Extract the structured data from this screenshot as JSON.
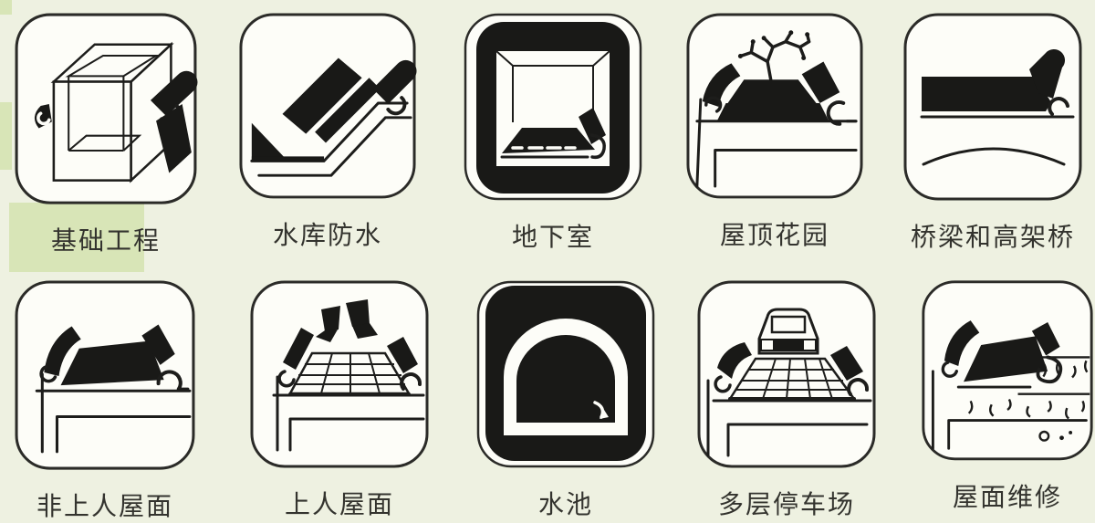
{
  "page": {
    "background_color": "#eef1e1",
    "accent_green": "#d8e5b7",
    "icon_line_color": "#1d1d1b",
    "icon_fill_color": "#191917",
    "label_color": "#33332e"
  },
  "cells": [
    {
      "label": "基础工程",
      "icon": "foundation-pit-icon"
    },
    {
      "label": "水库防水",
      "icon": "reservoir-slope-icon"
    },
    {
      "label": "地下室",
      "icon": "basement-icon"
    },
    {
      "label": "屋顶花园",
      "icon": "roof-garden-icon"
    },
    {
      "label": "桥梁和高架桥",
      "icon": "bridge-viaduct-icon"
    },
    {
      "label": "非上人屋面",
      "icon": "non-accessible-roof-icon"
    },
    {
      "label": "上人屋面",
      "icon": "accessible-roof-icon"
    },
    {
      "label": "水池",
      "icon": "water-pool-icon"
    },
    {
      "label": "多层停车场",
      "icon": "multi-storey-parking-icon"
    },
    {
      "label": "屋面维修",
      "icon": "roof-repair-icon"
    }
  ]
}
